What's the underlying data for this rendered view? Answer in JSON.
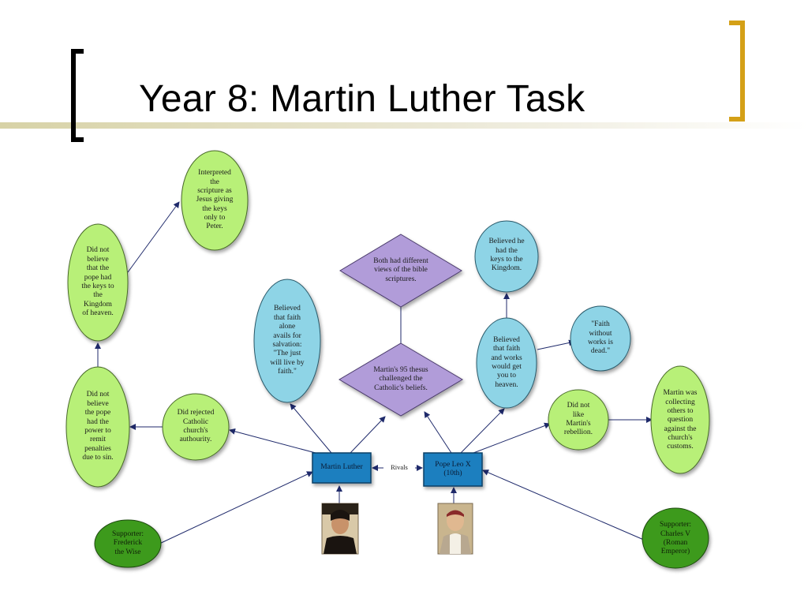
{
  "slide": {
    "title": "Year 8: Martin Luther Task"
  },
  "colors": {
    "green_fill": "#b8f078",
    "blue_fill": "#8ed4e6",
    "purple_fill": "#b19cd9",
    "dark_green_fill": "#3c9a1e",
    "box_fill": "#1e7fbf",
    "arrow": "#1f2a6b",
    "bracket_left": "#000000",
    "bracket_right": "#d4a017"
  },
  "diagram": {
    "nodes": {
      "martin_luther": "Martin Luther",
      "pope_leo": "Pope Leo X\n(10th)",
      "rivals_label": "Rivals",
      "keys_peter": "Interpreted\nthe\nscripture as\nJesus giving\nthe keys\nonly to\nPeter.",
      "pope_keys": "Did not\nbelieve\nthat the\npope had\nthe keys to\nthe\nKingdom\nof heaven.",
      "remit_penalties": "Did not\nbelieve\nthe pope\nhad the\npower to\nremit\npenalties\ndue to sin.",
      "rejected_authority": "Did rejected\nCatholic\nchurch's\nauthourity.",
      "faith_alone": "Believed\nthat faith\nalone\navails for\nsalvation:\n\"The just\nwill live by\nfaith.\"",
      "different_views": "Both had different\nviews of the bible\nscriptures.",
      "ninety_five": "Martin's 95 thesus\nchallenged the\nCatholic's beliefs.",
      "keys_kingdom": "Believed he\nhad the\nkeys to the\nKingdom.",
      "faith_works": "Believed\nthat faith\nand works\nwould get\nyou to\nheaven.",
      "faith_without_works": "\"Faith\nwithout\nworks is\ndead.\"",
      "did_not_like": "Did not\nlike\nMartin's\nrebellion.",
      "collecting_others": "Martin was\ncollecting\nothers to\nquestion\nagainst the\nchurch's\ncustoms.",
      "supporter_frederick": "Supporter:\nFrederick\nthe Wise",
      "supporter_charles": "Supporter:\nCharles V\n(Roman\nEmperor)"
    }
  }
}
